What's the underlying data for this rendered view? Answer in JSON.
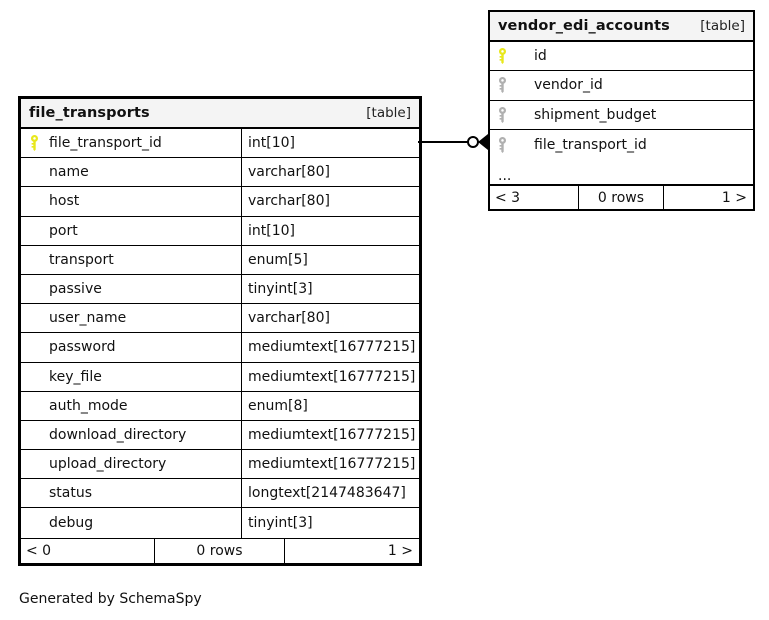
{
  "diagram": {
    "caption": "Generated by SchemaSpy",
    "relationship": {
      "from_table": "file_transports",
      "from_column": "file_transport_id",
      "to_table": "vendor_edi_accounts",
      "to_column": "file_transport_id",
      "notation": "crows-foot",
      "source_cardinality": "zero-or-one",
      "target_cardinality": "many"
    },
    "colors": {
      "primary_key": "#e8e81c",
      "foreign_key": "#b0b0b0",
      "border": "#000000",
      "header_background": "#f4f4f4",
      "body_background": "#ffffff",
      "text": "#111111"
    }
  },
  "tables": [
    {
      "id": "file_transports",
      "name": "file_transports",
      "kind_label": "[table]",
      "columns": [
        {
          "name": "file_transport_id",
          "type": "int[10]",
          "key": "primary"
        },
        {
          "name": "name",
          "type": "varchar[80]",
          "key": "none"
        },
        {
          "name": "host",
          "type": "varchar[80]",
          "key": "none"
        },
        {
          "name": "port",
          "type": "int[10]",
          "key": "none"
        },
        {
          "name": "transport",
          "type": "enum[5]",
          "key": "none"
        },
        {
          "name": "passive",
          "type": "tinyint[3]",
          "key": "none"
        },
        {
          "name": "user_name",
          "type": "varchar[80]",
          "key": "none"
        },
        {
          "name": "password",
          "type": "mediumtext[16777215]",
          "key": "none"
        },
        {
          "name": "key_file",
          "type": "mediumtext[16777215]",
          "key": "none"
        },
        {
          "name": "auth_mode",
          "type": "enum[8]",
          "key": "none"
        },
        {
          "name": "download_directory",
          "type": "mediumtext[16777215]",
          "key": "none"
        },
        {
          "name": "upload_directory",
          "type": "mediumtext[16777215]",
          "key": "none"
        },
        {
          "name": "status",
          "type": "longtext[2147483647]",
          "key": "none"
        },
        {
          "name": "debug",
          "type": "tinyint[3]",
          "key": "none"
        }
      ],
      "has_ellipsis_row": false,
      "ellipsis": "...",
      "footer": {
        "prev": "< 0",
        "rows": "0 rows",
        "next": "1 >"
      }
    },
    {
      "id": "vendor_edi_accounts",
      "name": "vendor_edi_accounts",
      "kind_label": "[table]",
      "columns": [
        {
          "name": "id",
          "type": "",
          "key": "primary"
        },
        {
          "name": "vendor_id",
          "type": "",
          "key": "foreign"
        },
        {
          "name": "shipment_budget",
          "type": "",
          "key": "foreign"
        },
        {
          "name": "file_transport_id",
          "type": "",
          "key": "foreign"
        }
      ],
      "has_ellipsis_row": true,
      "ellipsis": "...",
      "footer": {
        "prev": "< 3",
        "rows": "0 rows",
        "next": "1 >"
      }
    }
  ]
}
